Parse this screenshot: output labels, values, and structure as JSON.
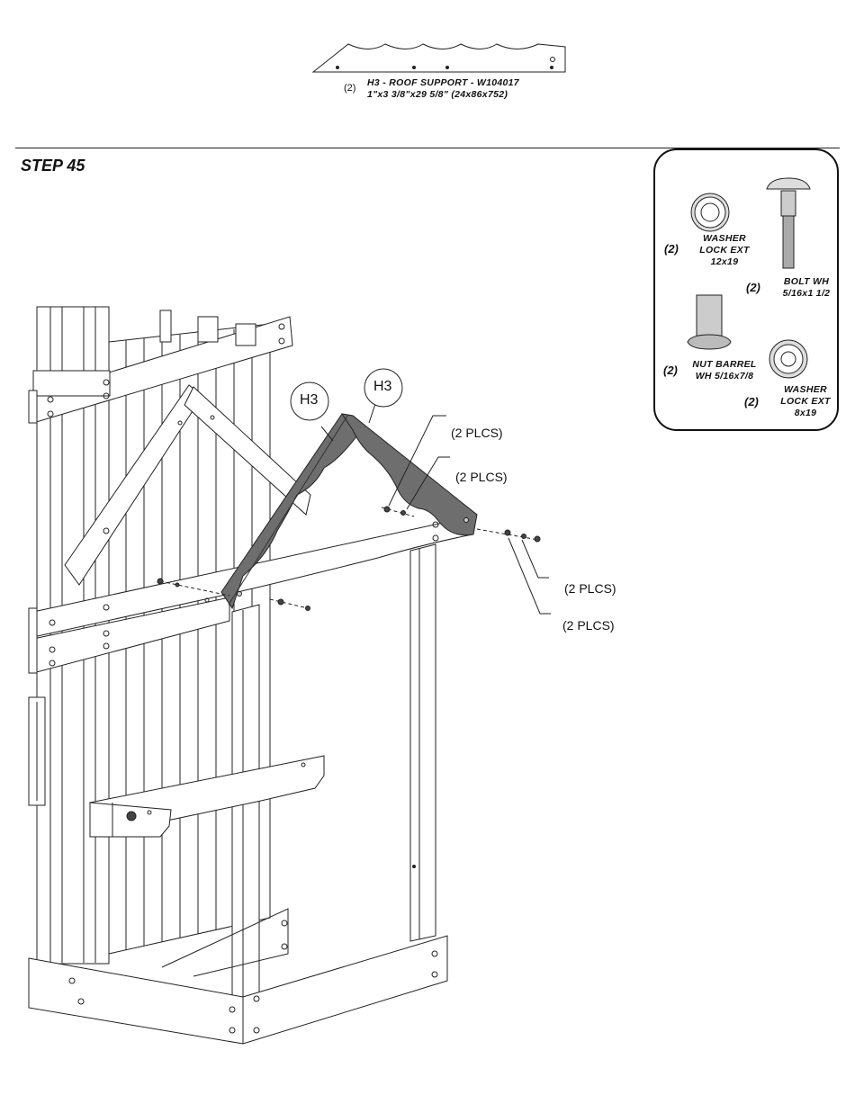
{
  "part": {
    "qty": "(2)",
    "name": "H3 - ROOF SUPPORT - W104017",
    "dims": "1\"x3 3/8\"x29 5/8\" (24x86x752)"
  },
  "step": {
    "title": "STEP 45"
  },
  "hardware": [
    {
      "qty": "(2)",
      "name": "WASHER",
      "line2": "LOCK EXT",
      "line3": "12x19"
    },
    {
      "qty": "(2)",
      "name": "BOLT WH",
      "line2": "5/16x1 1/2",
      "line3": ""
    },
    {
      "qty": "(2)",
      "name": "NUT BARREL",
      "line2": "WH 5/16x7/8",
      "line3": ""
    },
    {
      "qty": "(2)",
      "name": "WASHER",
      "line2": "LOCK EXT",
      "line3": "8x19"
    }
  ],
  "callouts": {
    "left": "H3",
    "right": "H3"
  },
  "placements": [
    "(2 PLCS)",
    "(2 PLCS)",
    "(2 PLCS)",
    "(2 PLCS)"
  ]
}
